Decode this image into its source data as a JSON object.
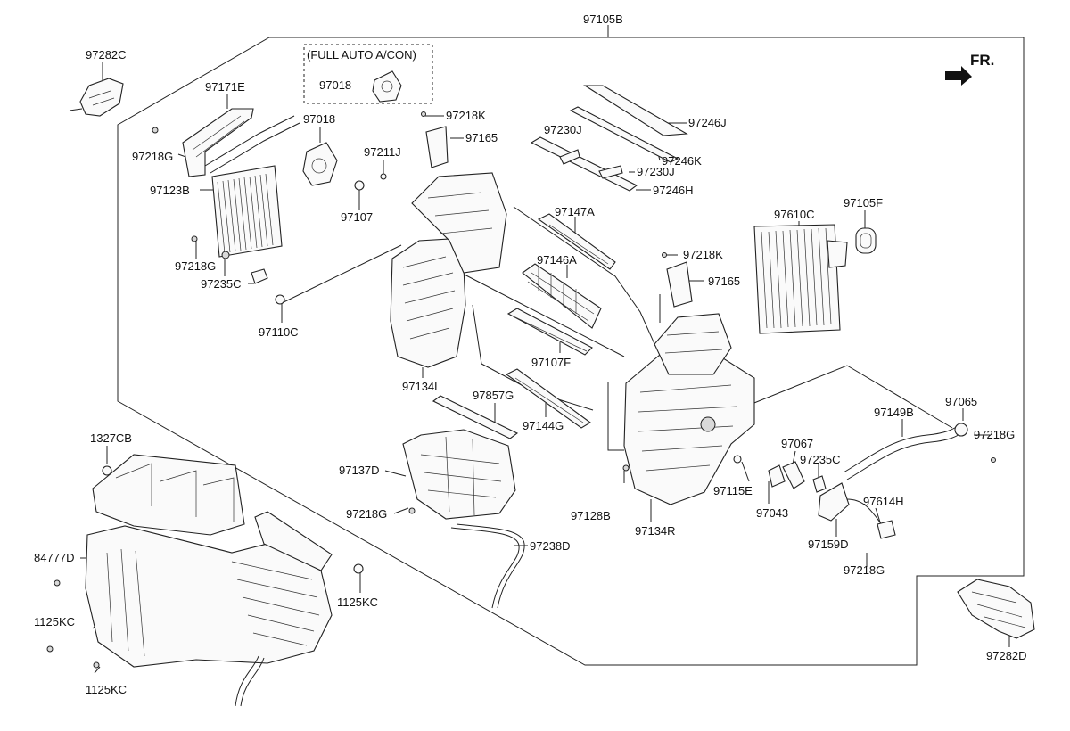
{
  "header": {
    "assembly_number": "97105B",
    "fr_label": "FR."
  },
  "option_box": {
    "title": "(FULL AUTO A/CON)",
    "part": "97018"
  },
  "labels": {
    "p97282c": "97282C",
    "p97171e": "97171E",
    "p97018": "97018",
    "p97218g_a": "97218G",
    "p97123b": "97123B",
    "p97218g_b": "97218G",
    "p97235c_a": "97235C",
    "p97110c": "97110C",
    "p97107": "97107",
    "p97211j": "97211J",
    "p97218k_a": "97218K",
    "p97165_a": "97165",
    "p97230j_a": "97230J",
    "p97230j_b": "97230J",
    "p97246j": "97246J",
    "p97246k": "97246K",
    "p97246h": "97246H",
    "p97147a": "97147A",
    "p97146a": "97146A",
    "p97107f": "97107F",
    "p97144g": "97144G",
    "p97134l": "97134L",
    "p97857g": "97857G",
    "p97137d": "97137D",
    "p97218g_c": "97218G",
    "p97238d": "97238D",
    "p97218k_b": "97218K",
    "p97165_b": "97165",
    "p97610c": "97610C",
    "p97105f": "97105F",
    "p97065": "97065",
    "p97149b": "97149B",
    "p97218g_d": "97218G",
    "p97067": "97067",
    "p97235c_b": "97235C",
    "p97115e": "97115E",
    "p97043": "97043",
    "p97614h": "97614H",
    "p97159d": "97159D",
    "p97218g_e": "97218G",
    "p97128b": "97128B",
    "p97134r": "97134R",
    "p1327cb": "1327CB",
    "p84777d": "84777D",
    "p1125kc_a": "1125KC",
    "p1125kc_b": "1125KC",
    "p1125kc_c": "1125KC",
    "p97282d": "97282D"
  }
}
